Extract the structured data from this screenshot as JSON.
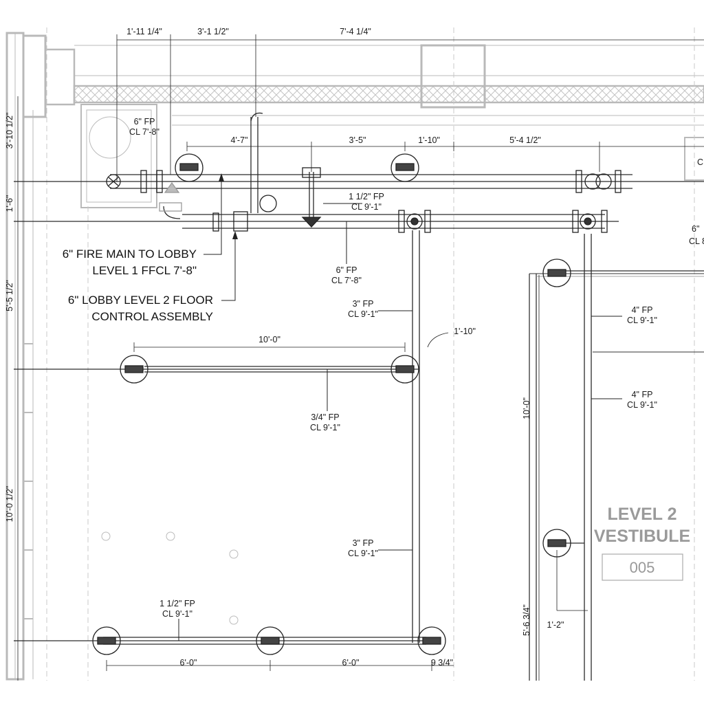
{
  "dimensions": {
    "top_a": "1'-11 1/4\"",
    "top_b": "3'-1 1/2\"",
    "top_c": "7'-4 1/4\"",
    "row2_a": "4'-7\"",
    "row2_b": "3'-5\"",
    "row2_c": "1'-10\"",
    "row2_d": "5'-4 1/2\"",
    "left_a": "3'-10 1/2\"",
    "left_b": "1'-6\"",
    "left_c": "5'-5 1/2\"",
    "left_d": "10'-0 1/2\"",
    "branch_span": "10'-0\"",
    "offset_right": "1'-10\"",
    "right_vert": "10'-0\"",
    "right_vert2": "5'-6 3/4\"",
    "right_offset": "1'-2\"",
    "bottom_a": "6'-0\"",
    "bottom_b": "6'-0\"",
    "bottom_c": "9 3/4\""
  },
  "pipe_labels": {
    "fp6_top": {
      "size": "6\" FP",
      "cl": "CL 7'-8\""
    },
    "fp112_top": {
      "size": "1 1/2\" FP",
      "cl": "CL 9'-1\""
    },
    "fp6_mid": {
      "size": "6\" FP",
      "cl": "CL 7'-8\""
    },
    "fp3_upper": {
      "size": "3\" FP",
      "cl": "CL 9'-1\""
    },
    "fp34": {
      "size": "3/4\" FP",
      "cl": "CL 9'-1\""
    },
    "fp3_lower": {
      "size": "3\" FP",
      "cl": "CL 9'-1\""
    },
    "fp112_bottom": {
      "size": "1 1/2\" FP",
      "cl": "CL 9'-1\""
    },
    "fp4_upper": {
      "size": "4\" FP",
      "cl": "CL 9'-1\""
    },
    "fp4_lower": {
      "size": "4\" FP",
      "cl": "CL 9'-1\""
    },
    "fp6_right_edge": {
      "size": "6\"",
      "cl": "CL 8"
    }
  },
  "notes": {
    "fire_main_line1": "6\" FIRE MAIN TO LOBBY",
    "fire_main_line2": "LEVEL 1 FFCL 7'-8\"",
    "floor_control_line1": "6\" LOBBY LEVEL 2 FLOOR",
    "floor_control_line2": "CONTROL ASSEMBLY"
  },
  "room": {
    "name_line1": "LEVEL 2",
    "name_line2": "VESTIBULE",
    "number": "005"
  },
  "edge_text": "C"
}
